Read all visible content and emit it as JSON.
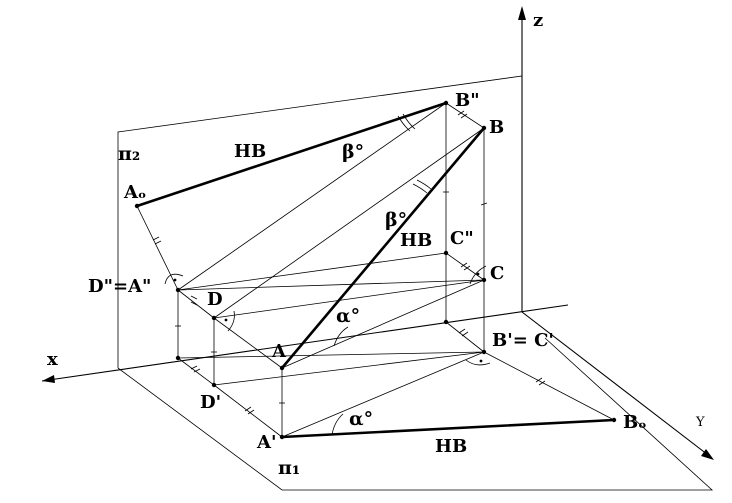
{
  "labels": {
    "z": "z",
    "x": "x",
    "y": "Y",
    "pi2": "π₂",
    "pi1": "π₁",
    "Bpp": "B\"",
    "B": "B",
    "A0": "Aₒ",
    "Cpp": "C\"",
    "C": "C",
    "DppApp": "D\"=A\"",
    "D": "D",
    "A": "A",
    "BpCp": "B'= C'",
    "Dp": "D'",
    "Ap": "A'",
    "B0": "Bₒ",
    "HB_top": "HB",
    "HB_mid": "HB",
    "HB_bottom": "HB",
    "beta_top": "β°",
    "beta_mid": "β°",
    "alpha_mid": "α°",
    "alpha_bottom": "α°"
  }
}
